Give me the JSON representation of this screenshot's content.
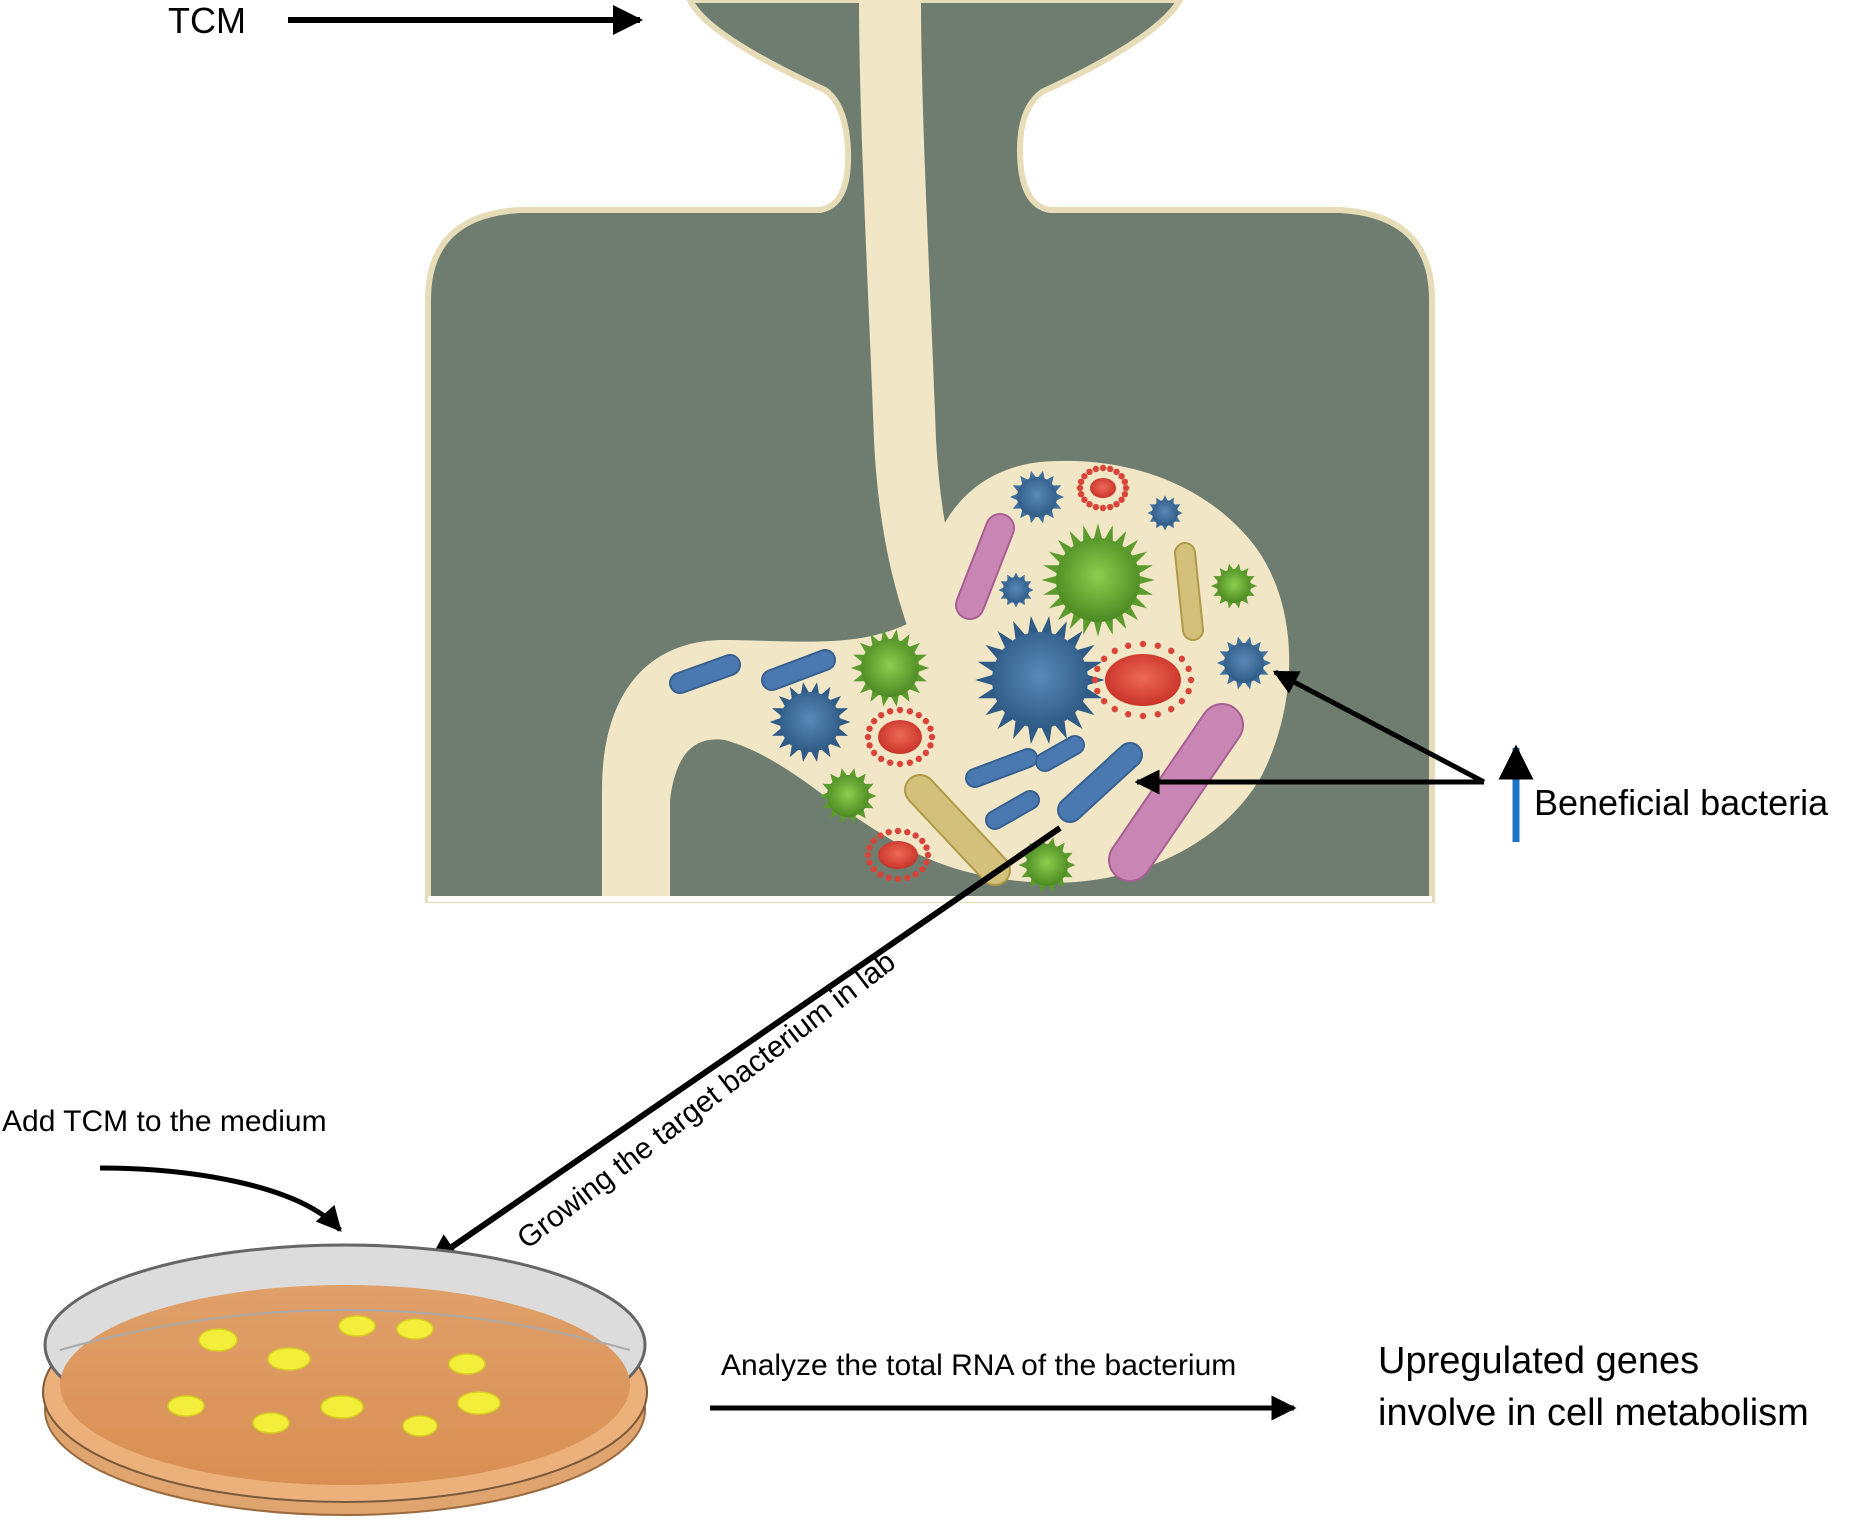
{
  "labels": {
    "tcm": "TCM",
    "beneficial_bacteria": "Beneficial bacteria",
    "growing": "Growing the target bacterium in lab",
    "add_tcm": "Add TCM to the medium",
    "analyze": "Analyze the total RNA of the bacterium",
    "result_line1": "Upregulated genes",
    "result_line2": "involve in cell metabolism"
  },
  "colors": {
    "body": "#6f7d71",
    "gut_tract": "#f1e7c6",
    "up_arrow": "#1a74c4",
    "dish_medium": "#e3a56c",
    "dish_rim": "#d8d8d8",
    "colony": "#f2ee3a",
    "bacteria_blue": "#3f6f9e",
    "bacteria_green": "#5c9b2e",
    "bacteria_red": "#d8443a",
    "bacteria_pink": "#c985b4",
    "bacteria_olive": "#c4b46a"
  },
  "icons": {
    "up_arrow": "up-arrow-icon",
    "petri_dish": "petri-dish-icon",
    "gut": "gut-microbiota-illustration"
  }
}
